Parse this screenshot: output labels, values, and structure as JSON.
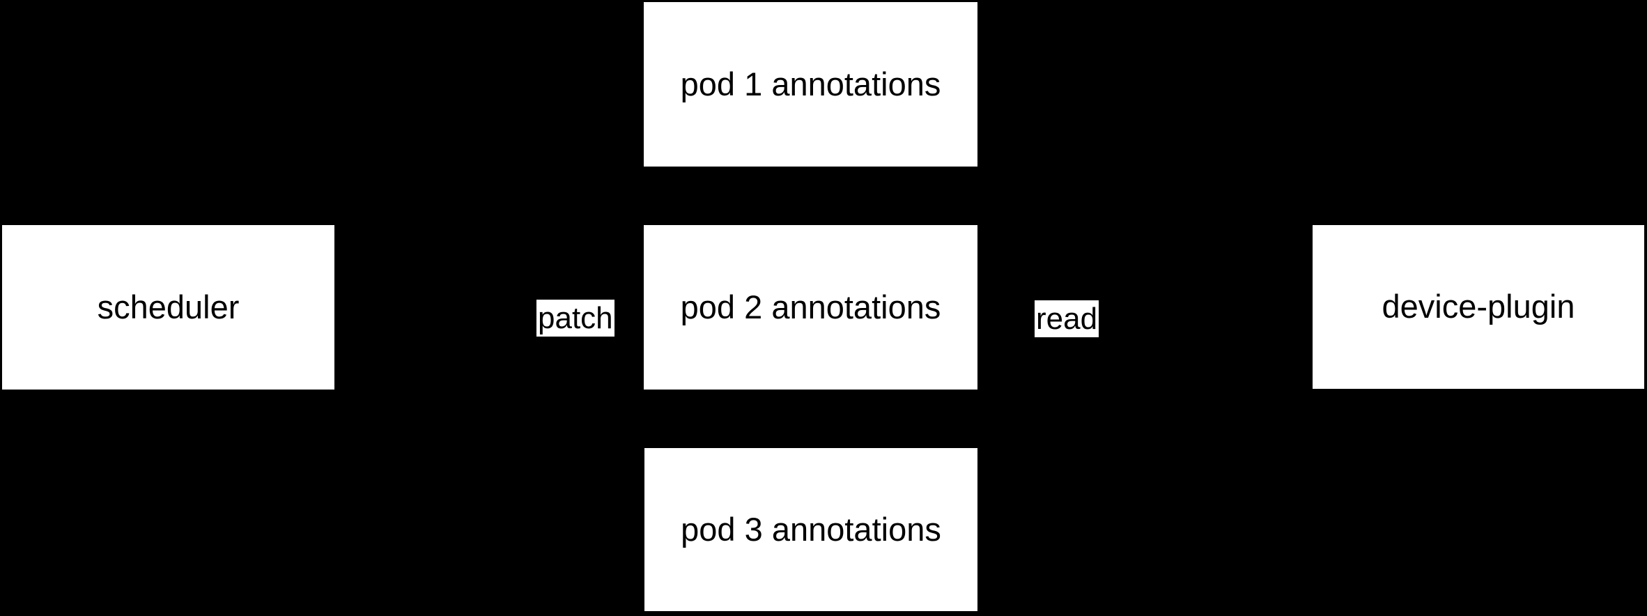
{
  "diagram": {
    "background_color": "#000000",
    "node_fill_color": "#ffffff",
    "node_border_color": "#000000",
    "text_color": "#000000",
    "nodes": {
      "scheduler": {
        "label": "scheduler"
      },
      "pod1": {
        "label": "pod 1 annotations"
      },
      "pod2": {
        "label": "pod 2 annotations"
      },
      "pod3": {
        "label": "pod 3 annotations"
      },
      "device_plugin": {
        "label": "device-plugin"
      }
    },
    "edge_labels": {
      "patch": {
        "label": "patch"
      },
      "read": {
        "label": "read"
      }
    }
  }
}
